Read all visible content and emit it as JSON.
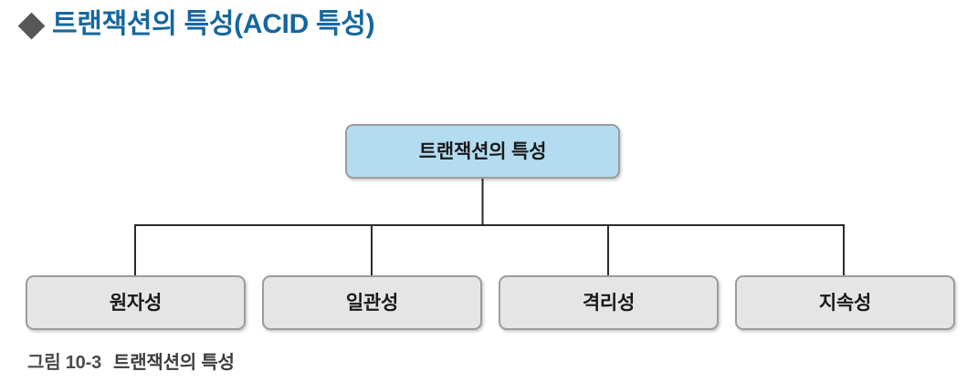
{
  "heading": {
    "bullet_icon": "diamond-bullet-icon",
    "text": "트랜잭션의 특성(ACID 특성)",
    "color": "#15679e"
  },
  "diagram": {
    "type": "tree",
    "root": {
      "label": "트랜잭션의 특성",
      "fill": "#b3dcf0",
      "border": "#9c9c9c"
    },
    "children": [
      {
        "label": "원자성",
        "fill": "#e6e5e6",
        "border": "#9c9c9c"
      },
      {
        "label": "일관성",
        "fill": "#e6e5e6",
        "border": "#9c9c9c"
      },
      {
        "label": "격리성",
        "fill": "#e6e5e6",
        "border": "#9c9c9c"
      },
      {
        "label": "지속성",
        "fill": "#e6e5e6",
        "border": "#9c9c9c"
      }
    ],
    "connector_color": "#2b2b2b"
  },
  "caption": {
    "figure_number": "그림 10-3",
    "title": "트랜잭션의 특성",
    "color": "#4b4b4b"
  }
}
